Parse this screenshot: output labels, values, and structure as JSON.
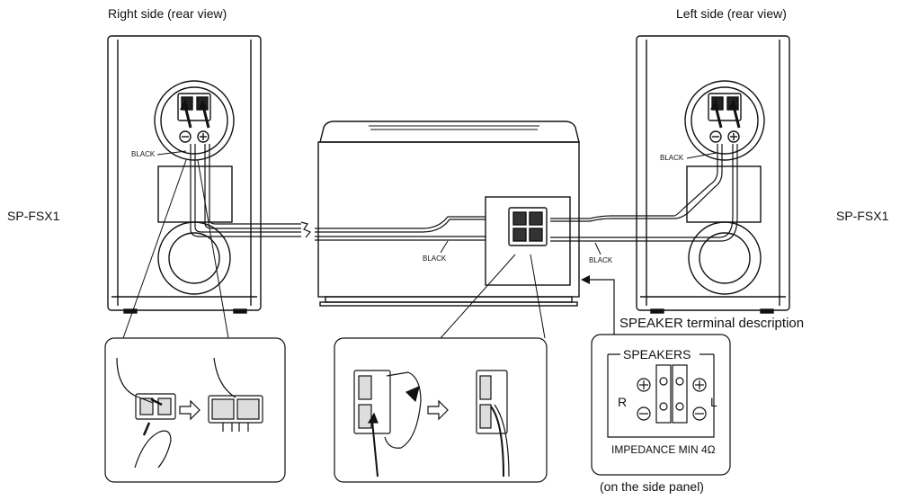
{
  "labels": {
    "right_side": "Right side (rear view)",
    "left_side": "Left side (rear view)",
    "model_left": "SP-FSX1",
    "model_right": "SP-FSX1",
    "black": "BLACK",
    "terminal_description": "SPEAKER terminal description",
    "side_panel": "(on the side panel)"
  },
  "terminal_panel": {
    "title": "SPEAKERS",
    "r": "R",
    "l": "L",
    "impedance": "IMPEDANCE MIN 4Ω"
  },
  "colors": {
    "line": "#111111",
    "paper": "#ffffff",
    "fill_light": "#f2f2f2"
  }
}
